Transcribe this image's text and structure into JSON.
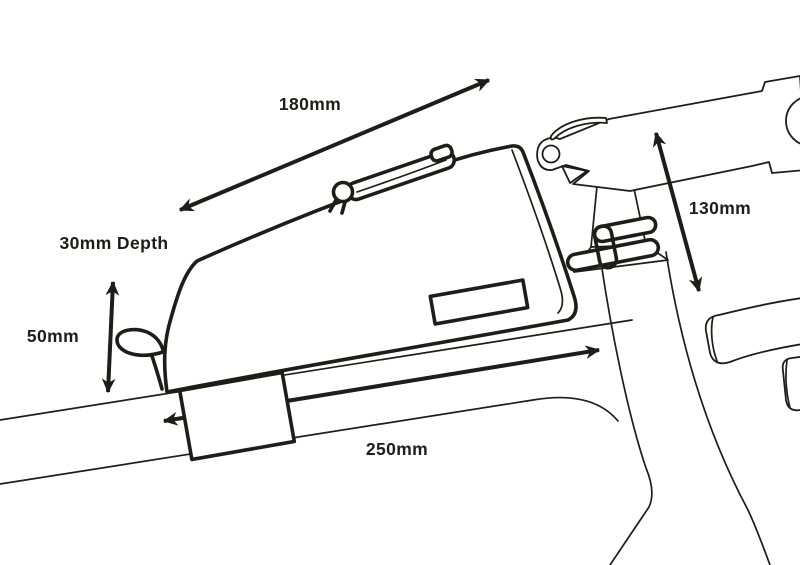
{
  "title": "Top tube bag dimension diagram",
  "diagram": {
    "subject": "line drawing of a top tube bag strapped to a bicycle frame and stem",
    "background_color": "#ffffff",
    "line_color": "#1d1d1b",
    "labels": {
      "length_top": "180mm",
      "depth": "30mm Depth",
      "height_front": "50mm",
      "stem_length": "130mm",
      "length_base": "250mm"
    }
  }
}
